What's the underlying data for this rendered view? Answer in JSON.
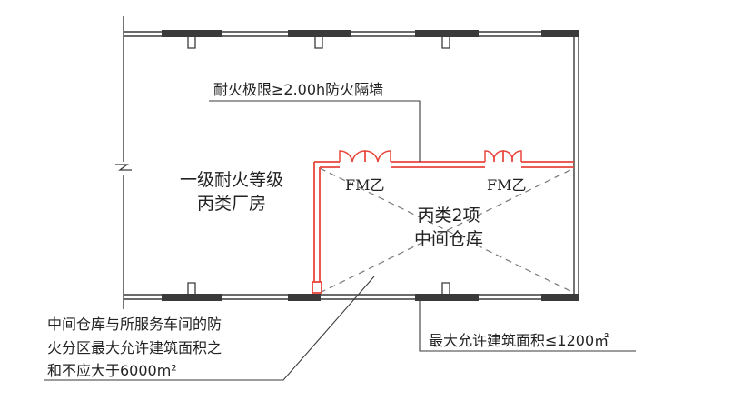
{
  "colors": {
    "wall": "#3a3a3a",
    "firewall": "#e8463c",
    "text": "#222222",
    "dash": "#777777"
  },
  "labels": {
    "fire_wall": "耐火极限≥2.00h防火隔墙",
    "factory_line1": "一级耐火等级",
    "factory_line2": "丙类厂房",
    "warehouse_line1": "丙类2项",
    "warehouse_line2": "中间仓库",
    "door_left": "FM乙",
    "door_right": "FM乙",
    "max_area": "最大允许建筑面积≤1200㎡",
    "combined_line1": "中间仓库与所服务车间的防",
    "combined_line2": "火分区最大允许建筑面积之",
    "combined_line3": "和不应大于6000m²"
  }
}
